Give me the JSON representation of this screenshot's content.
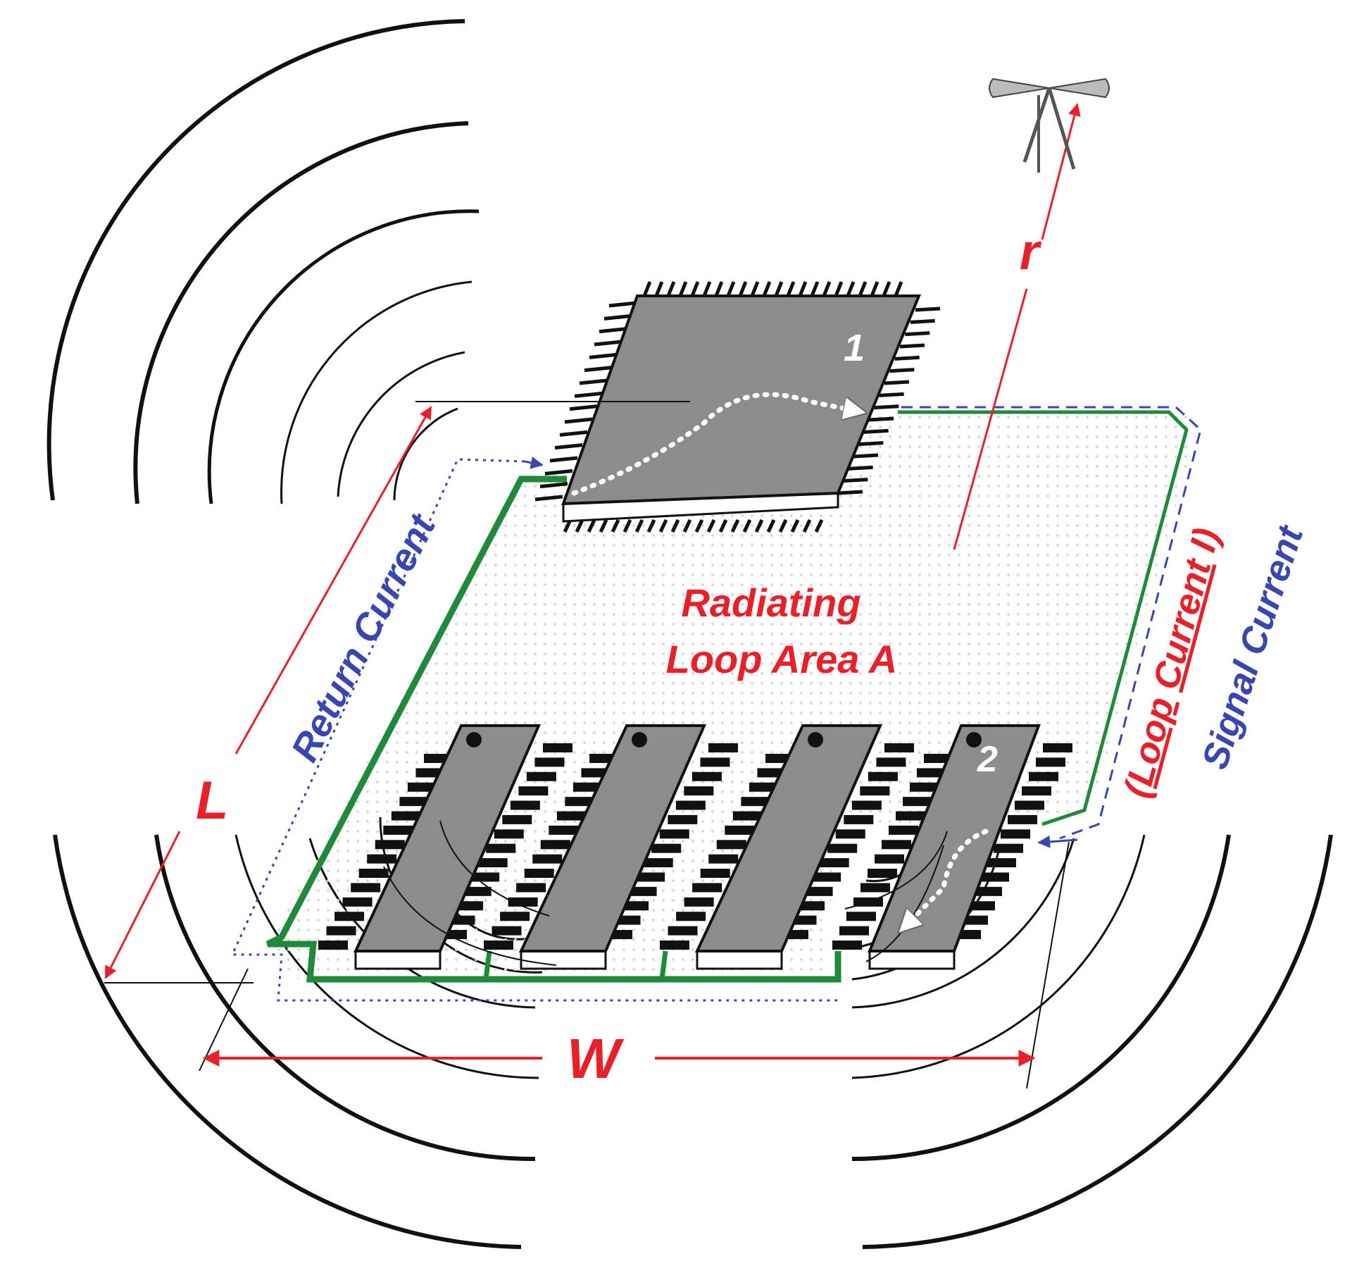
{
  "labels": {
    "r": "r",
    "loop_area_line1": "Radiating",
    "loop_area_line2": "Loop Area A",
    "return_current": "Return Current",
    "loop_current_open": "(",
    "loop_current_word1": "Loop",
    "loop_current_word2": "Current",
    "loop_current_tail": " I)",
    "signal_current": "Signal Current",
    "L": "L",
    "W": "W",
    "chip1": "1",
    "chip2": "2"
  },
  "colors": {
    "dimension_red": "#e8202a",
    "current_blue": "#3a46b0",
    "trace_green": "#1e8a3a",
    "chip_gray": "#8c8c8c",
    "pin_black": "#111111",
    "dot_fill": "#d9d9d9",
    "flow_white": "#ffffff"
  },
  "icons": {
    "antenna": "dipole-antenna-icon"
  }
}
